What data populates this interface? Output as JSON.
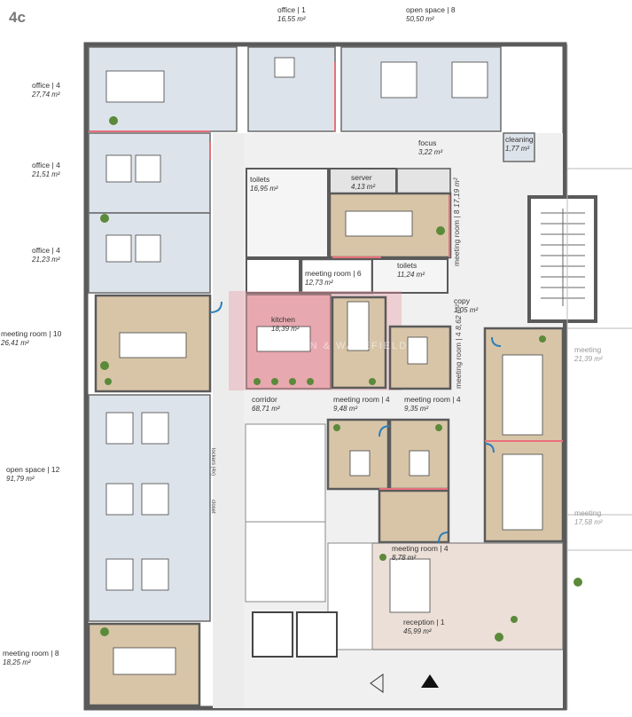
{
  "plan_id": "4c",
  "rooms": {
    "office_top_1": {
      "name": "office | 1",
      "area": "16,55 m²"
    },
    "open_space_top": {
      "name": "open space | 8",
      "area": "50,50 m²"
    },
    "office_4_a": {
      "name": "office | 4",
      "area": "27,74 m²"
    },
    "office_4_b": {
      "name": "office | 4",
      "area": "21,51 m²"
    },
    "office_4_c": {
      "name": "office | 4",
      "area": "21,23 m²"
    },
    "meeting_10": {
      "name": "meeting room | 10",
      "area": "26,41 m²"
    },
    "open_space_12": {
      "name": "open space | 12",
      "area": "91,79 m²"
    },
    "meeting_8_bl": {
      "name": "meeting room | 8",
      "area": "18,25 m²"
    },
    "focus": {
      "name": "focus",
      "area": "3,22 m²"
    },
    "cleaning": {
      "name": "cleaning",
      "area": "1,77 m²"
    },
    "toilets_a": {
      "name": "toilets",
      "area": "16,95 m²"
    },
    "server": {
      "name": "server",
      "area": "4,13 m²"
    },
    "meeting_8_r": {
      "name": "meeting room | 8",
      "area": "17,19 m²"
    },
    "meeting_6": {
      "name": "meeting room | 6",
      "area": "12,73 m²"
    },
    "toilets_b": {
      "name": "toilets",
      "area": "11,24 m²"
    },
    "kitchen": {
      "name": "kitchen",
      "area": "18,39 m²"
    },
    "copy": {
      "name": "copy",
      "area": "1,05 m²"
    },
    "meeting_4_v": {
      "name": "meeting room | 4",
      "area": "8,62 m²"
    },
    "corridor": {
      "name": "corridor",
      "area": "68,71 m²"
    },
    "meeting_4_a": {
      "name": "meeting room | 4",
      "area": "9,48 m²"
    },
    "meeting_4_b": {
      "name": "meeting room | 4",
      "area": "9,35 m²"
    },
    "meeting_4_c": {
      "name": "meeting room | 4",
      "area": "8,78 m²"
    },
    "reception": {
      "name": "reception | 1",
      "area": "45,99 m²"
    },
    "right_edge_1": {
      "name": "meeting",
      "area": "21,39 m²"
    },
    "right_edge_2": {
      "name": "meeting",
      "area": "17,58 m²"
    }
  },
  "labels": {
    "lockers": "lockers (4x)",
    "closet": "closet",
    "watermark": "CUSHMAN & WAKEFIELD"
  },
  "colors": {
    "wall": "#5a5a5a",
    "office_fill": "#dde3ea",
    "meeting_fill": "#d8c5a8",
    "corridor_fill": "#f0f0f0",
    "reception_fill": "#ecdfd7",
    "door_blue": "#2d7fb8",
    "door_red": "#e8707a",
    "kitchen_overlay": "#e8909a",
    "plant": "#5a8a3a"
  }
}
